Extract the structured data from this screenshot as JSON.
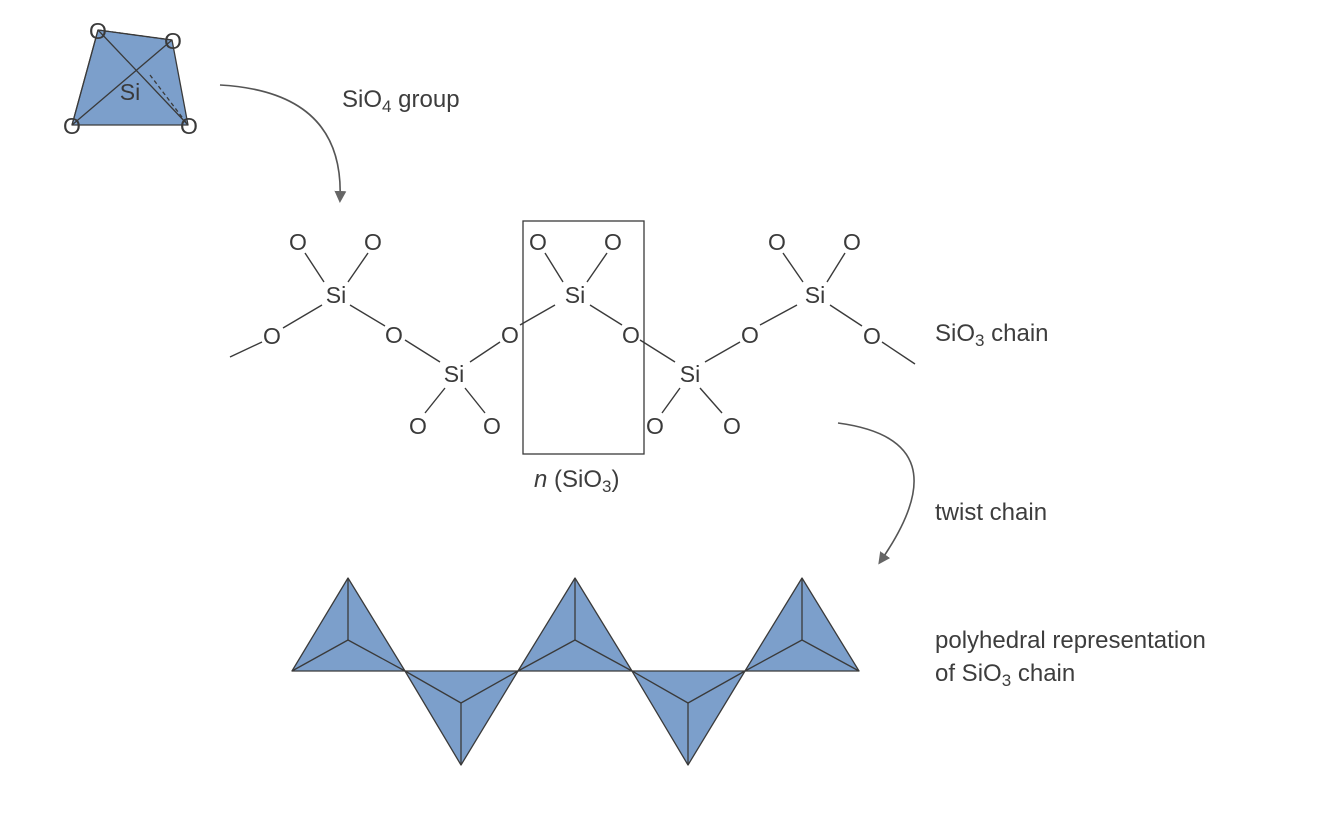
{
  "colors": {
    "tetrahedron_fill": "#7c9fcb",
    "line": "#3a3a3a",
    "arrow": "#555555",
    "text": "#3d3d3d"
  },
  "tetra_atoms": {
    "center": "Si",
    "oxygen": "O"
  },
  "chain_atoms": {
    "silicon": "Si",
    "oxygen": "O"
  },
  "labels": {
    "sio4_group": {
      "prefix": "SiO",
      "sub": "4",
      "suffix": " group"
    },
    "sio3_chain": {
      "prefix": "SiO",
      "sub": "3",
      "suffix": " chain"
    },
    "repeat_unit": {
      "n": "n",
      "prefix": " (SiO",
      "sub": "3",
      "suffix": ")"
    },
    "twist_chain": "twist chain",
    "polyhedral_line1": "polyhedral representation",
    "polyhedral_line2": {
      "prefix": "of SiO",
      "sub": "3",
      "suffix": " chain"
    }
  }
}
